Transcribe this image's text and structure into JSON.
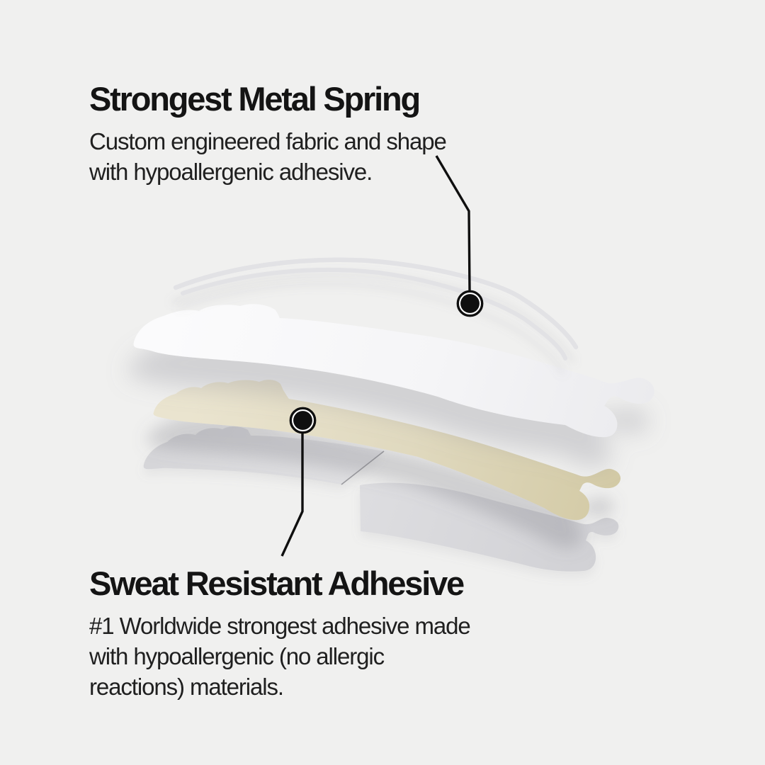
{
  "page": {
    "background_color": "#f0f0ef",
    "kind": "product-feature-infographic"
  },
  "product": {
    "illustration": "exploded-layers-of-adhesive-strip",
    "layers": [
      {
        "name": "metal-spring",
        "color": "#e2e2e5"
      },
      {
        "name": "fabric-layer",
        "color": "#f7f7f9"
      },
      {
        "name": "adhesive-layer",
        "color": "#ddd5b4"
      },
      {
        "name": "release-liner-left",
        "color": "#d9d9dc"
      },
      {
        "name": "release-liner-right",
        "color": "#d6d6d9"
      }
    ]
  },
  "annotation": {
    "line_color": "#0f0f0f",
    "marker_dot_color": "#0f0f0f",
    "marker_ring_color": "#ffffff"
  },
  "callouts": [
    {
      "title": "Strongest Metal Spring",
      "description": "Custom engineered fabric and shape with hypoallergenic adhesive.",
      "lines": [
        "Custom engineered fabric and shape",
        "with hypoallergenic adhesive."
      ]
    },
    {
      "title": "Sweat Resistant Adhesive",
      "description": "#1 Worldwide strongest adhesive made with hypoallergenic (no allergic reactions) materials.",
      "lines": [
        "#1 Worldwide strongest adhesive made",
        "with hypoallergenic (no allergic",
        "reactions) materials."
      ]
    }
  ]
}
